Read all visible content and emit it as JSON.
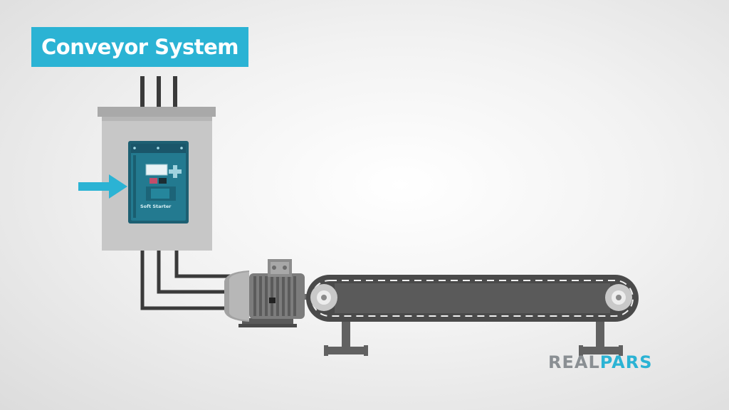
{
  "header": {
    "title": "Conveyor System"
  },
  "soft_starter": {
    "label": "Soft Starter"
  },
  "logo": {
    "part1": "REAL",
    "part2": "PARS"
  },
  "colors": {
    "accent": "#2bb3d4",
    "cabinet": "#c7c7c7",
    "starter_body": "#1f6c80",
    "motor": "#8e8e8e",
    "belt": "#4a4a4a",
    "wire": "#3a3a3a"
  },
  "icons": [
    "arrow-right-icon"
  ]
}
